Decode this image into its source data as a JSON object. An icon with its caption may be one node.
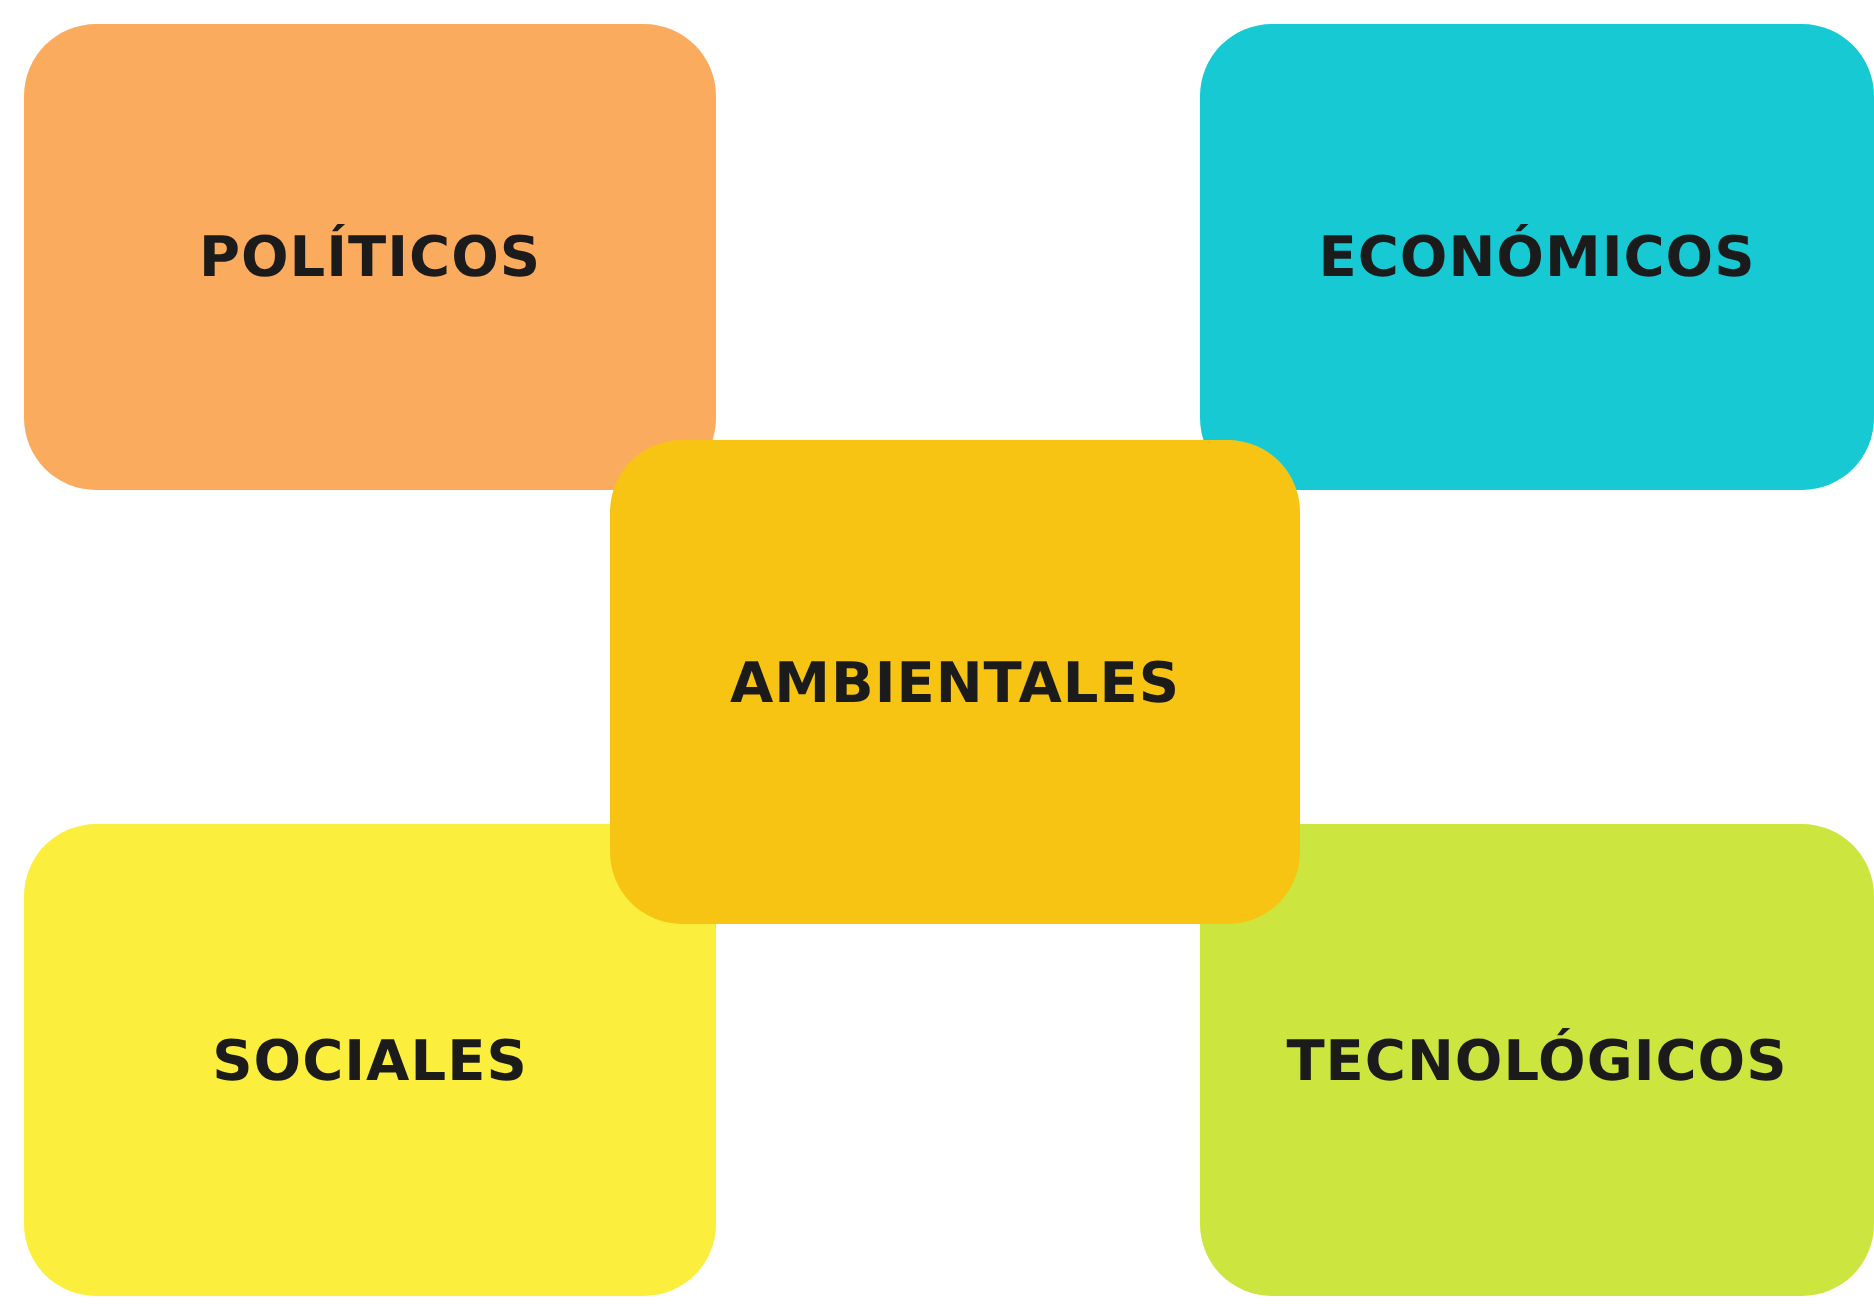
{
  "diagram": {
    "nodes": [
      {
        "text": [
          "POLÍTICOS"
        ]
      },
      {
        "text": [
          "ECONÓMICOS"
        ]
      },
      {
        "text": [
          "AMBIENTALES"
        ]
      },
      {
        "text": [
          "SOCIALES"
        ]
      },
      {
        "text": [
          "TECNOLÓGICOS"
        ]
      }
    ]
  }
}
